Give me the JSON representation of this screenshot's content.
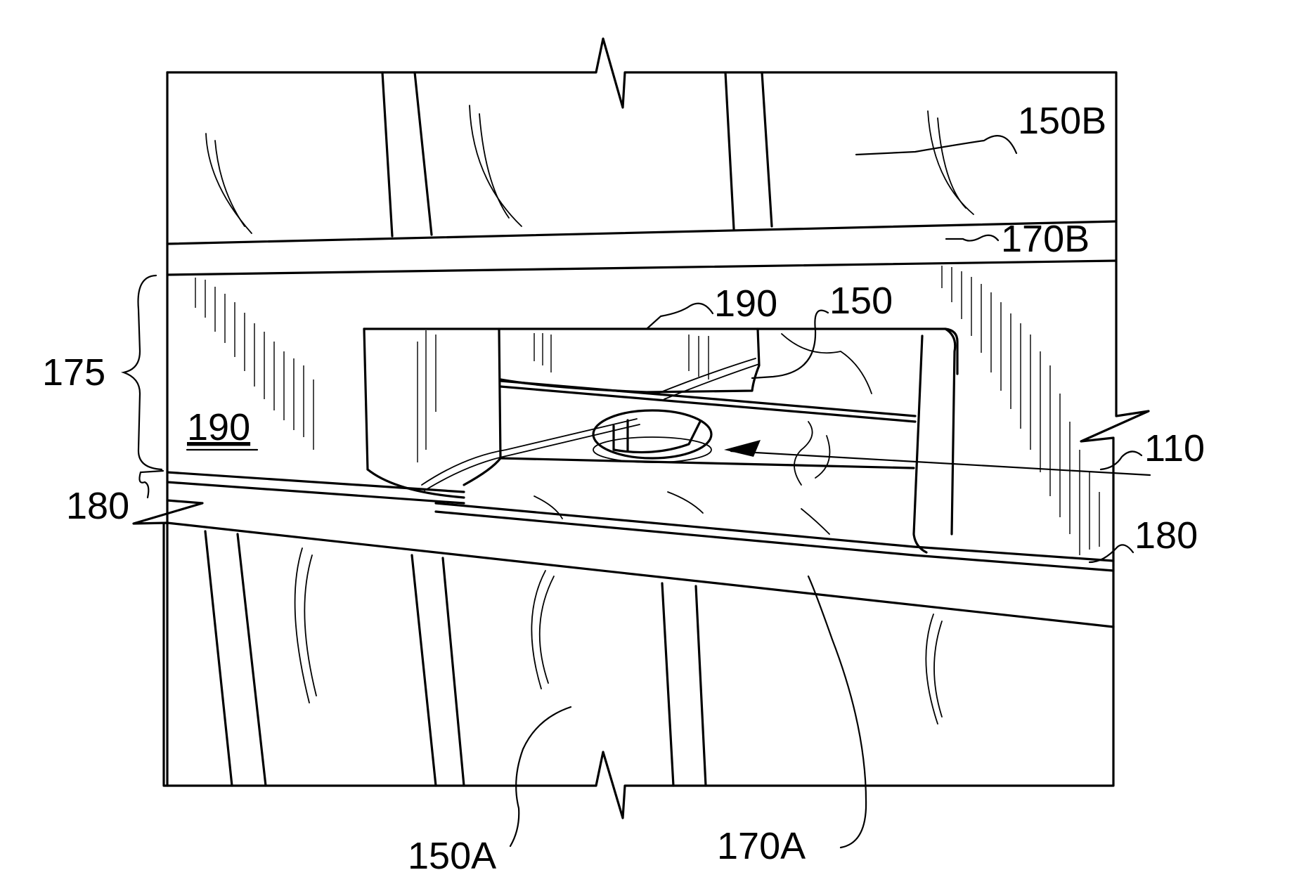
{
  "figure": {
    "labels": {
      "l150B": "150B",
      "l170B": "170B",
      "l175": "175",
      "l190_top": "190",
      "l150": "150",
      "l190_left": "190",
      "l110": "110",
      "l180_left": "180",
      "l180_right": "180",
      "l150A": "150A",
      "l170A": "170A"
    }
  }
}
